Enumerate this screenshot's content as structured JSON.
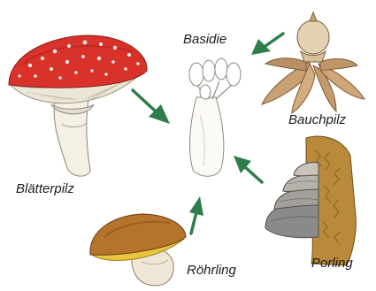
{
  "labels": {
    "center": "Basidie",
    "top_right": "Bauchpilz",
    "left": "Blätterpilz",
    "bottom_center": "Röhrling",
    "bottom_right": "Porling"
  },
  "colors": {
    "arrow": "#2e7d4a",
    "amanita_cap": "#d8322a",
    "gills": "#ece6d6",
    "bolete_cap": "#b5732c",
    "bolete_pores": "#e7c53d",
    "earthstar": "#c9a173",
    "bracket": "#8a8a8a",
    "bark": "#b88a3a"
  }
}
